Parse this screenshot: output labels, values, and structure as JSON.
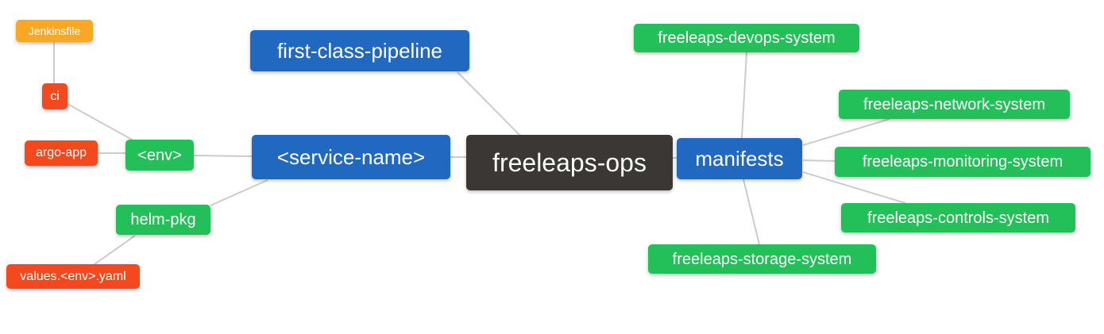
{
  "diagram": {
    "title": "freeleaps-ops repository mind map",
    "palette": {
      "root_dark": "#3b3735",
      "branch_blue": "#2169c0",
      "leaf_green": "#23bf58",
      "leaf_red": "#f4491e",
      "leaf_orange": "#f9a826",
      "edge_gray": "#cccccc",
      "node_text": "#ffffff",
      "background": "#ffffff"
    },
    "nodes": {
      "jenkinsfile": {
        "label": "Jenkinsfile"
      },
      "ci": {
        "label": "ci"
      },
      "argo_app": {
        "label": "argo-app"
      },
      "env": {
        "label": "<env>"
      },
      "helm_pkg": {
        "label": "helm-pkg"
      },
      "values_yaml": {
        "label": "values.<env>.yaml"
      },
      "pipeline": {
        "label": "first-class-pipeline"
      },
      "service_name": {
        "label": "<service-name>"
      },
      "ops": {
        "label": "freeleaps-ops"
      },
      "manifests": {
        "label": "manifests"
      },
      "devops": {
        "label": "freeleaps-devops-system"
      },
      "network": {
        "label": "freeleaps-network-system"
      },
      "monitoring": {
        "label": "freeleaps-monitoring-system"
      },
      "controls": {
        "label": "freeleaps-controls-system"
      },
      "storage": {
        "label": "freeleaps-storage-system"
      }
    },
    "edges": [
      [
        "jenkinsfile",
        "ci"
      ],
      [
        "ci",
        "env"
      ],
      [
        "argo_app",
        "env"
      ],
      [
        "env",
        "service_name"
      ],
      [
        "helm_pkg",
        "service_name"
      ],
      [
        "values_yaml",
        "helm_pkg"
      ],
      [
        "pipeline",
        "ops"
      ],
      [
        "service_name",
        "ops"
      ],
      [
        "ops",
        "manifests"
      ],
      [
        "manifests",
        "devops"
      ],
      [
        "manifests",
        "network"
      ],
      [
        "manifests",
        "monitoring"
      ],
      [
        "manifests",
        "controls"
      ],
      [
        "manifests",
        "storage"
      ]
    ]
  }
}
